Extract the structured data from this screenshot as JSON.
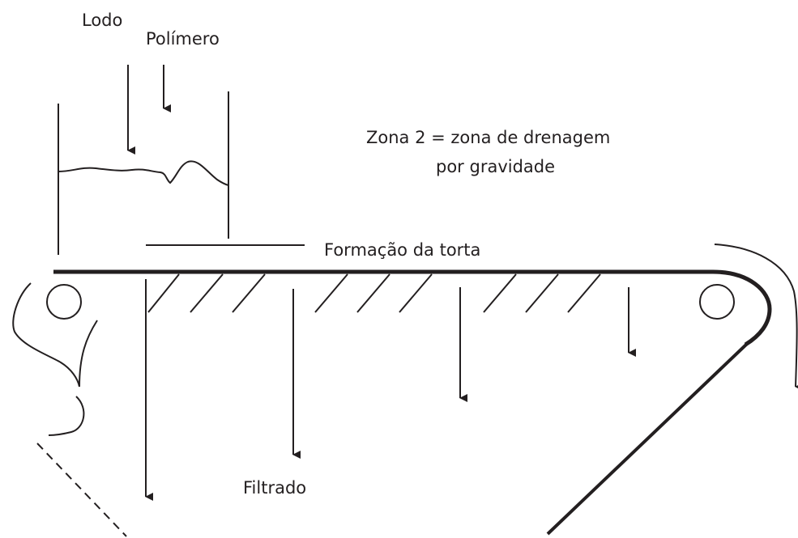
{
  "labels": {
    "sludge": "Lodo",
    "polymer": "Polímero",
    "zone_line1": "Zona 2 = zona de drenagem",
    "zone_line2": "por gravidade",
    "cake_formation": "Formação da torta",
    "filtrate": "Filtrado"
  },
  "colors": {
    "ink": "#231f20",
    "background": "#ffffff"
  }
}
